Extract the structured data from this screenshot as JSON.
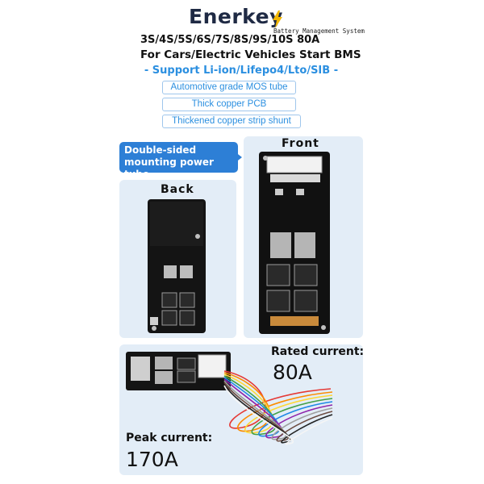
{
  "brand": {
    "name": "Enerkey",
    "tagline": "Battery Management System"
  },
  "title_line1": "3S/4S/5S/6S/7S/8S/9S/10S 80A",
  "title_line2": "For Cars/Electric Vehicles Start BMS",
  "support_line": "- Support Li-ion/Lifepo4/Lto/SIB -",
  "features": [
    "Automotive grade MOS tube",
    "Thick copper PCB",
    "Thickened copper strip shunt"
  ],
  "callout": {
    "line1": "Double-sided",
    "line2": "mounting power tube"
  },
  "views": {
    "back": "Back",
    "front": "Front"
  },
  "rated": {
    "label": "Rated current:",
    "value": "80A"
  },
  "peak": {
    "label": "Peak current:",
    "value": "170A"
  },
  "colors": {
    "accent": "#2b8fe0",
    "panel": "#e3edf7",
    "callout": "#2d7fd6",
    "pcb": "#111111"
  }
}
